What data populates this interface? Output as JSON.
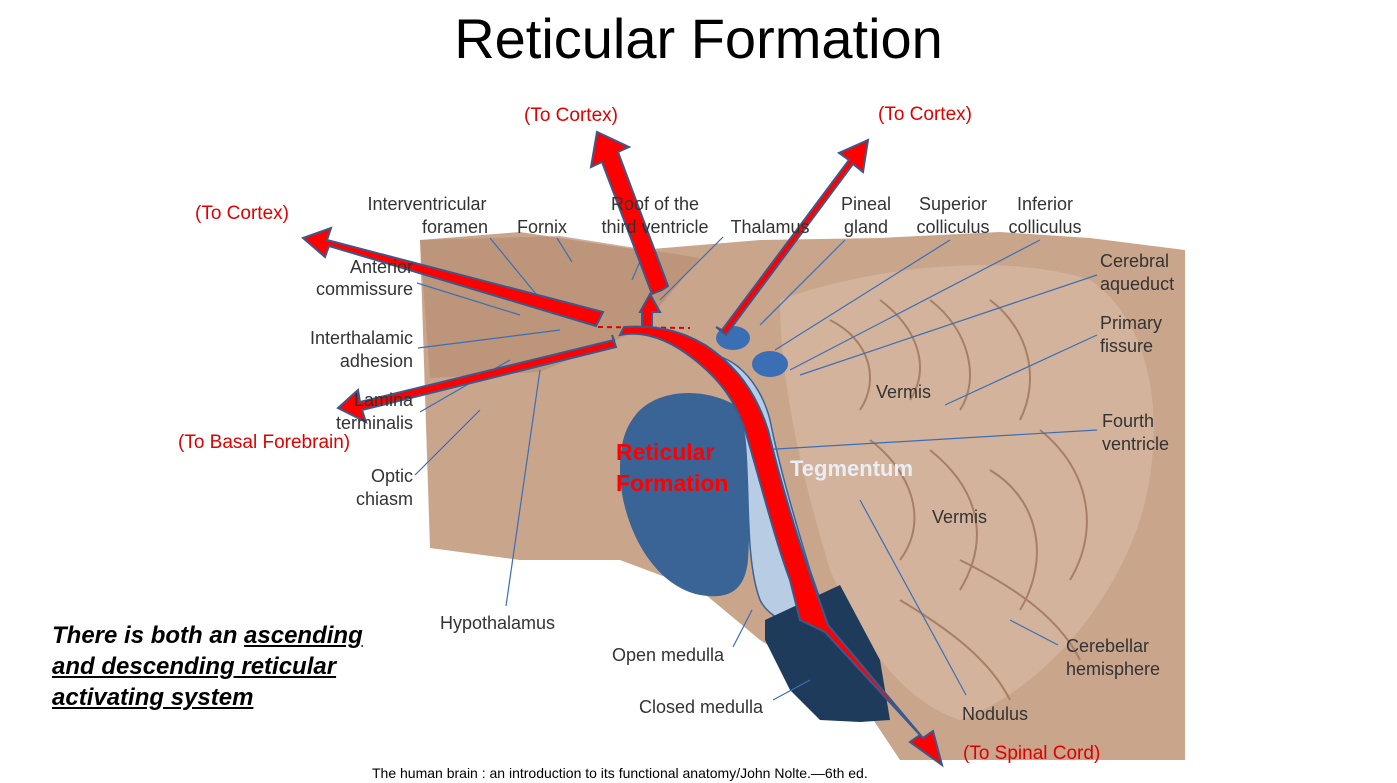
{
  "title": "Reticular Formation",
  "labels": {
    "interventricular_foramen": [
      "Interventricular",
      "foramen"
    ],
    "fornix": "Fornix",
    "roof_third_ventricle": [
      "Roof of the",
      "third ventricle"
    ],
    "thalamus": "Thalamus",
    "pineal_gland": [
      "Pineal",
      "gland"
    ],
    "superior_colliculus": [
      "Superior",
      "colliculus"
    ],
    "inferior_colliculus": [
      "Inferior",
      "colliculus"
    ],
    "cerebral_aqueduct": [
      "Cerebral",
      "aqueduct"
    ],
    "primary_fissure": [
      "Primary",
      "fissure"
    ],
    "anterior_commissure": [
      "Anterior",
      "commissure"
    ],
    "interthalamic_adhesion": [
      "Interthalamic",
      "adhesion"
    ],
    "lamina_terminalis": [
      "Lamina",
      "terminalis"
    ],
    "optic_chiasm": [
      "Optic",
      "chiasm"
    ],
    "hypothalamus": "Hypothalamus",
    "open_medulla": "Open medulla",
    "closed_medulla": "Closed medulla",
    "nodulus": "Nodulus",
    "cerebellar_hemisphere": [
      "Cerebellar",
      "hemisphere"
    ],
    "fourth_ventricle": [
      "Fourth",
      "ventricle"
    ],
    "vermis_upper": "Vermis",
    "vermis_lower": "Vermis",
    "tegmentum": "Tegmentum",
    "reticular_formation": [
      "Reticular",
      "Formation"
    ]
  },
  "arrows": {
    "to_cortex_center": "(To Cortex)",
    "to_cortex_right": "(To Cortex)",
    "to_cortex_left": "(To Cortex)",
    "to_basal_forebrain": "(To Basal Forebrain)",
    "to_spinal_cord": "(To Spinal Cord)"
  },
  "note": {
    "prefix": "There is both an ",
    "underlined": "ascending and descending reticular activating system"
  },
  "credit": "The human brain : an introduction to its functional anatomy/John Nolte.—6th ed.",
  "colors": {
    "arrow_fill": "#ff0000",
    "arrow_outline": "#3a5a8c",
    "brain_tissue": "#c9a58c",
    "nucleus_blue": "#3a6396",
    "tegmentum_light": "#b8cce4",
    "medulla_dark": "#1f3b5c",
    "label_red": "#e00000"
  }
}
